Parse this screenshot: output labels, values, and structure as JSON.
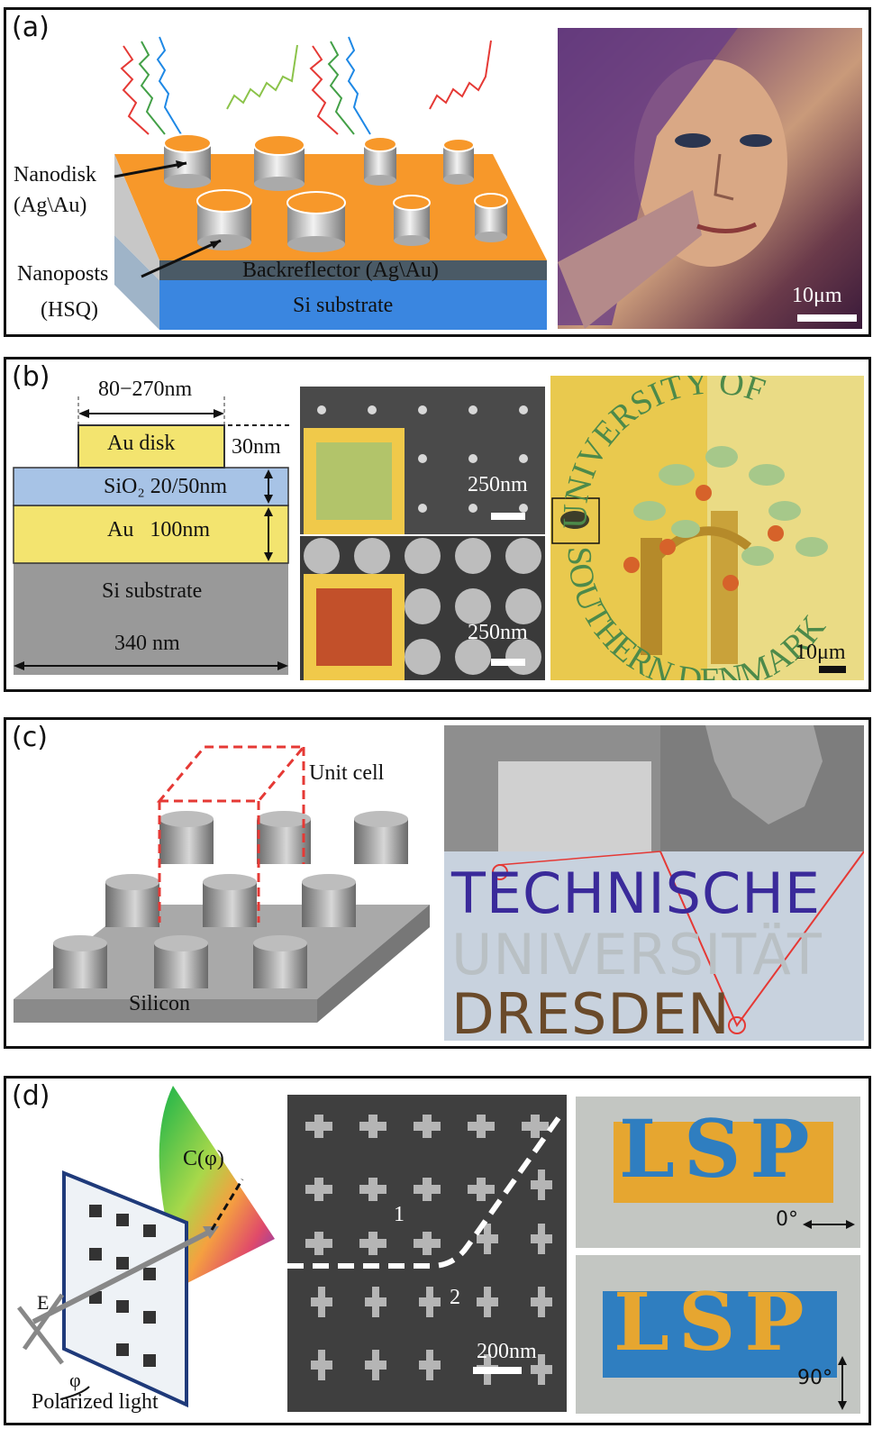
{
  "panels": {
    "a": {
      "label": "(a)",
      "nanodisk": "Nanodisk",
      "nanodisk_mat": "(Ag\\Au)",
      "nanoposts": "Nanoposts",
      "nanoposts_mat": "(HSQ)",
      "backreflector": "Backreflector (Ag\\Au)",
      "substrate": "Si substrate",
      "scale": "10μm"
    },
    "b": {
      "label": "(b)",
      "width_range": "80−270nm",
      "disk": "Au disk",
      "disk_thickness": "30nm",
      "sio2": "SiO₂ 20/50nm",
      "au": "Au   100nm",
      "substrate": "Si substrate",
      "period": "340 nm",
      "scale_top": "250nm",
      "scale_bottom": "250nm",
      "logo_top": "UNIVERSITY OF",
      "logo_bottom": "SOUTHERN DENMARK",
      "scale_logo": "10μm"
    },
    "c": {
      "label": "(c)",
      "unit_cell": "Unit cell",
      "substrate": "Silicon",
      "line1": "TECHNISCHE",
      "line2": "UNIVERSITÄT",
      "line3": "DRESDEN"
    },
    "d": {
      "label": "(d)",
      "cphi": "C(φ)",
      "e_field": "E",
      "phi": "φ",
      "polarized": "Polarized light",
      "region1": "1",
      "region2": "2",
      "scale": "200nm",
      "lsp_top": "LSP",
      "lsp_bottom": "LSP",
      "angle_top": "0°",
      "angle_bottom": "90°"
    }
  }
}
